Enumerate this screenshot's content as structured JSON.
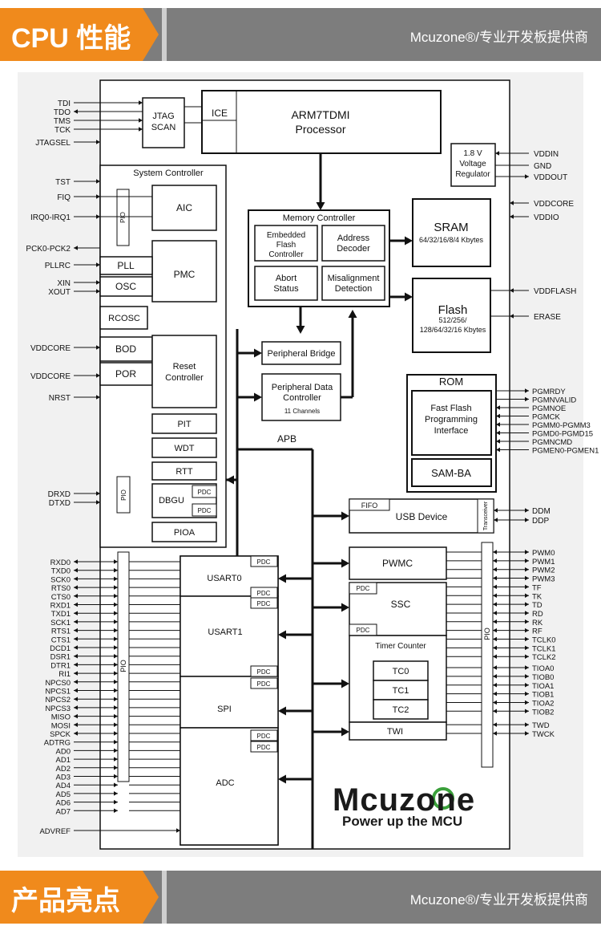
{
  "header": {
    "title": "CPU 性能",
    "brand": "Mcuzone®/专业开发板提供商"
  },
  "footer": {
    "title": "产品亮点",
    "brand": "Mcuzone®/专业开发板提供商"
  },
  "logo": {
    "word": "Mcuzone",
    "tagline": "Power up the MCU"
  },
  "colors": {
    "orange": "#f08a1c",
    "gray_band": "#7d7d7d",
    "logo_green": "#3aa03a"
  },
  "diagram": {
    "ice": "ICE",
    "processor": [
      "ARM7TDMI",
      "Processor"
    ],
    "jtag": [
      "JTAG",
      "SCAN"
    ],
    "regulator": [
      "1.8 V",
      "Voltage",
      "Regulator"
    ],
    "system_controller": "System Controller",
    "aic": "AIC",
    "pmc": "PMC",
    "pll": "PLL",
    "osc": "OSC",
    "rcosc": "RCOSC",
    "bod": "BOD",
    "por": "POR",
    "reset": [
      "Reset",
      "Controller"
    ],
    "pit": "PIT",
    "wdt": "WDT",
    "rtt": "RTT",
    "dbgu": "DBGU",
    "pioa": "PIOA",
    "pdc": "PDC",
    "pio": "PIO",
    "memory_controller": "Memory Controller",
    "embedded_flash": [
      "Embedded",
      "Flash",
      "Controller"
    ],
    "address_decoder": [
      "Address",
      "Decoder"
    ],
    "abort_status": [
      "Abort",
      "Status"
    ],
    "misalignment": [
      "Misalignment",
      "Detection"
    ],
    "sram": "SRAM",
    "sram_sizes": "64/32/16/8/4 Kbytes",
    "flash": "Flash",
    "flash_sizes": [
      "512/256/",
      "128/64/32/16 Kbytes"
    ],
    "rom": "ROM",
    "fast_flash": [
      "Fast Flash",
      "Programming",
      "Interface"
    ],
    "samba": "SAM-BA",
    "peripheral_bridge": "Peripheral Bridge",
    "peripheral_data": [
      "Peripheral Data",
      "Controller"
    ],
    "channels": "11 Channels",
    "apb": "APB",
    "fifo": "FIFO",
    "usb_device": "USB Device",
    "transceiver": "Transceiver",
    "pwmc": "PWMC",
    "ssc": "SSC",
    "timer_counter": "Timer Counter",
    "tc0": "TC0",
    "tc1": "TC1",
    "tc2": "TC2",
    "twi": "TWI",
    "usart0": "USART0",
    "usart1": "USART1",
    "spi": "SPI",
    "adc": "ADC",
    "pins_jtag": [
      "TDI",
      "TDO",
      "TMS",
      "TCK",
      "JTAGSEL"
    ],
    "pins_sys": [
      "TST",
      "FIQ",
      "IRQ0-IRQ1",
      "PCK0-PCK2",
      "PLLRC",
      "XIN",
      "XOUT",
      "VDDCORE",
      "VDDCORE",
      "NRST",
      "DRXD",
      "DTXD"
    ],
    "pins_left": [
      "RXD0",
      "TXD0",
      "SCK0",
      "RTS0",
      "CTS0",
      "RXD1",
      "TXD1",
      "SCK1",
      "RTS1",
      "CTS1",
      "DCD1",
      "DSR1",
      "DTR1",
      "RI1",
      "NPCS0",
      "NPCS1",
      "NPCS2",
      "NPCS3",
      "MISO",
      "MOSI",
      "SPCK",
      "ADTRG",
      "AD0",
      "AD1",
      "AD2",
      "AD3",
      "AD4",
      "AD5",
      "AD6",
      "AD7",
      "ADVREF"
    ],
    "pins_power": [
      "VDDIN",
      "GND",
      "VDDOUT",
      "VDDCORE",
      "VDDIO",
      "VDDFLASH",
      "ERASE"
    ],
    "pins_pgm": [
      "PGMRDY",
      "PGMNVALID",
      "PGMNOE",
      "PGMCK",
      "PGMM0-PGMM3",
      "PGMD0-PGMD15",
      "PGMNCMD",
      "PGMEN0-PGMEN1"
    ],
    "pins_usb": [
      "DDM",
      "DDP"
    ],
    "pins_right": [
      "PWM0",
      "PWM1",
      "PWM2",
      "PWM3",
      "TF",
      "TK",
      "TD",
      "RD",
      "RK",
      "RF",
      "TCLK0",
      "TCLK1",
      "TCLK2",
      "TIOA0",
      "TIOB0",
      "TIOA1",
      "TIOB1",
      "TIOA2",
      "TIOB2",
      "TWD",
      "TWCK"
    ]
  }
}
